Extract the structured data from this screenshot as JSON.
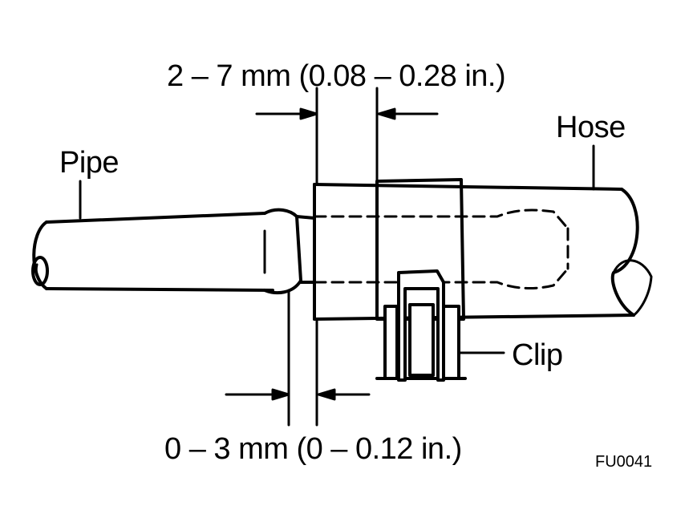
{
  "labels": {
    "top_dimension": "2 – 7 mm (0.08 – 0.28 in.)",
    "bottom_dimension": "0 – 3 mm (0 – 0.12 in.)",
    "pipe": "Pipe",
    "hose": "Hose",
    "clip": "Clip",
    "figure_code": "FU0041"
  },
  "colors": {
    "ink": "#000000",
    "paper": "#ffffff"
  }
}
